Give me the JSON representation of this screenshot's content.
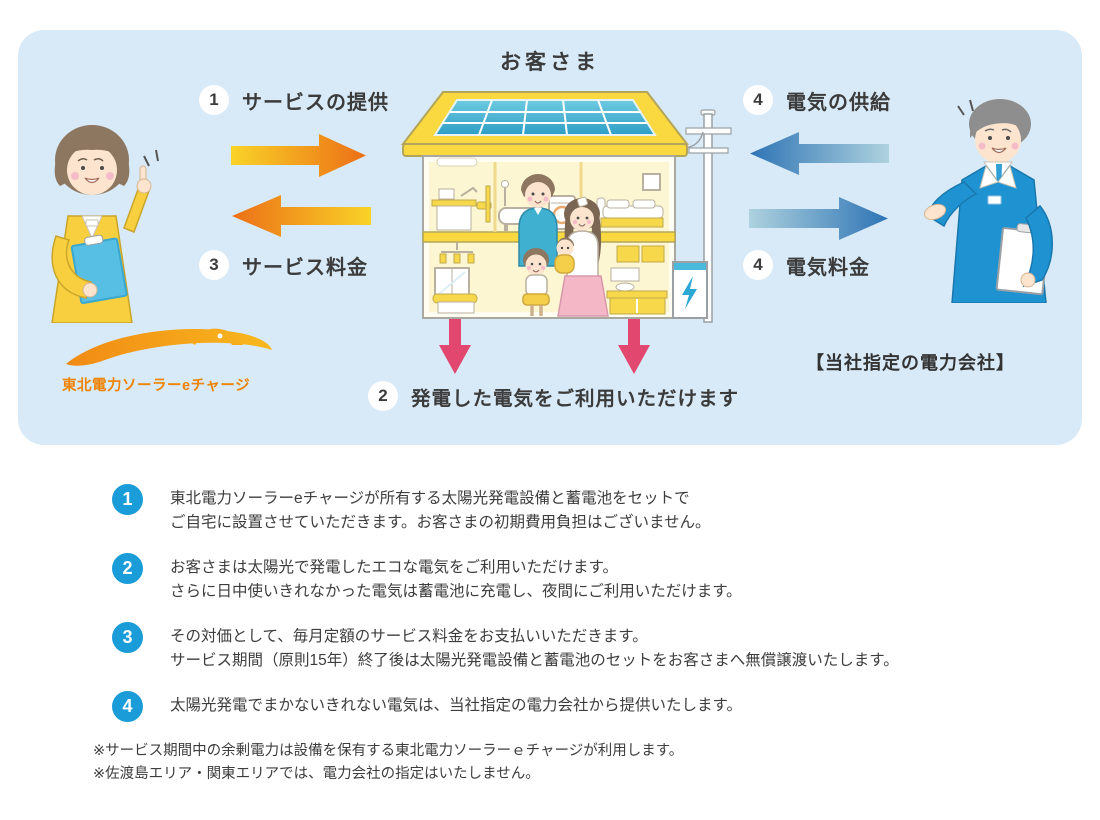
{
  "panel": {
    "customer_title": "お客さま",
    "power_company_label": "【当社指定の電力会社】",
    "logo_text": "東北電力ソーラーeチャージ",
    "flows": [
      {
        "num": "1",
        "label": "サービスの提供",
        "direction": "right",
        "color": "orange"
      },
      {
        "num": "3",
        "label": "サービス料金",
        "direction": "left",
        "color": "orange"
      },
      {
        "num": "4",
        "label": "電気の供給",
        "direction": "left",
        "color": "blue"
      },
      {
        "num": "4",
        "label": "電気料金",
        "direction": "right",
        "color": "blue"
      },
      {
        "num": "2",
        "label": "発電した電気をご利用いただけます",
        "direction": "down",
        "color": "pink"
      }
    ]
  },
  "steps": [
    {
      "num": "1",
      "line1": "東北電力ソーラーeチャージが所有する太陽光発電設備と蓄電池をセットで",
      "line2": "ご自宅に設置させていただきます。お客さまの初期費用負担はございません。"
    },
    {
      "num": "2",
      "line1": "お客さまは太陽光で発電したエコな電気をご利用いただけます。",
      "line2": "さらに日中使いきれなかった電気は蓄電池に充電し、夜間にご利用いただけます。"
    },
    {
      "num": "3",
      "line1": "その対価として、毎月定額のサービス料金をお支払いいただきます。",
      "line2": "サービス期間（原則15年）終了後は太陽光発電設備と蓄電池のセットをお客さまへ無償譲渡いたします。"
    },
    {
      "num": "4",
      "line1": "太陽光発電でまかないきれない電気は、当社指定の電力会社から提供いたします。",
      "line2": ""
    }
  ],
  "notes": [
    "※サービス期間中の余剰電力は設備を保有する東北電力ソーラーｅチャージが利用します。",
    "※佐渡島エリア・関東エリアでは、電力会社の指定はいたしません。"
  ],
  "colors": {
    "panel_bg": "#d8eaf7",
    "step_circle_blue": "#199cd8",
    "arrow_orange_from": "#f9d328",
    "arrow_orange_to": "#ec6f16",
    "arrow_blue_from": "#aed2de",
    "arrow_blue_to": "#2e74b5",
    "arrow_pink": "#e2486f",
    "logo_orange": "#ef8200",
    "house_yellow": "#f9d840",
    "solar_teal": "#2d9ec6",
    "text": "#3c3c3c"
  }
}
